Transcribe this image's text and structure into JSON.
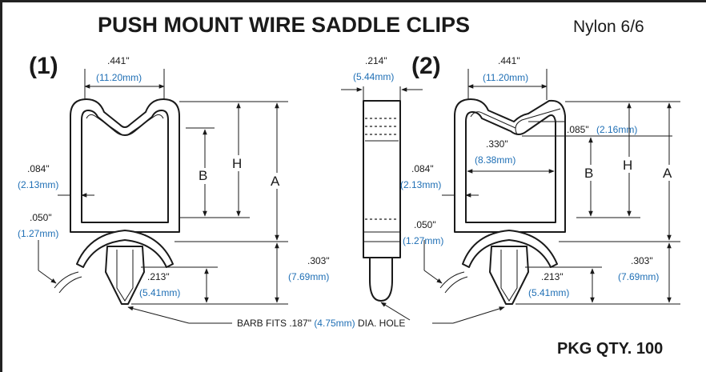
{
  "title": "PUSH MOUNT WIRE SADDLE CLIPS",
  "material": "Nylon 6/6",
  "pkg_qty": "PKG QTY. 100",
  "variant1": {
    "label": "(1)",
    "width_in": ".441\"",
    "width_mm": "(11.20mm)",
    "wall_in": ".084\"",
    "wall_mm": "(2.13mm)",
    "base_in": ".050\"",
    "base_mm": "(1.27mm)",
    "barb_h_in": ".213\"",
    "barb_h_mm": "(5.41mm)",
    "stem_in": ".303\"",
    "stem_mm": "(7.69mm)",
    "dim_b": "B",
    "dim_h": "H",
    "dim_a": "A"
  },
  "side": {
    "thickness_in": ".214\"",
    "thickness_mm": "(5.44mm)"
  },
  "variant2": {
    "label": "(2)",
    "width_in": ".441\"",
    "width_mm": "(11.20mm)",
    "gap_in": ".085\"",
    "gap_mm": "(2.16mm)",
    "inner_in": ".330\"",
    "inner_mm": "(8.38mm)",
    "wall_in": ".084\"",
    "wall_mm": "(2.13mm)",
    "base_in": ".050\"",
    "base_mm": "(1.27mm)",
    "barb_h_in": ".213\"",
    "barb_h_mm": "(5.41mm)",
    "stem_in": ".303\"",
    "stem_mm": "(7.69mm)",
    "dim_b": "B",
    "dim_h": "H",
    "dim_a": "A"
  },
  "barb_note": {
    "prefix": "BARB FITS .187\"",
    "mm": "(4.75mm)",
    "suffix": "DIA. HOLE"
  }
}
